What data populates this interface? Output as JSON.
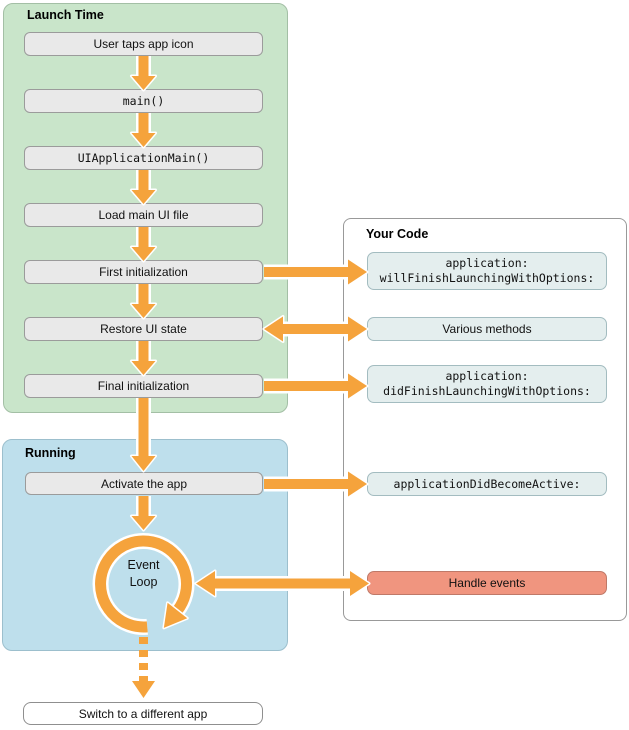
{
  "colors": {
    "launch_panel_bg": "#c9e5ca",
    "running_panel_bg": "#bedfec",
    "your_code_panel_bg": "#ffffff",
    "step_box_bg": "#e9e9e9",
    "code_box_bg": "#e4eeee",
    "handle_events_bg": "#f0957f",
    "arrow_orange": "#f5a33c"
  },
  "launch_panel": {
    "title": "Launch Time",
    "steps": [
      {
        "label": "User taps app icon"
      },
      {
        "label": "main()"
      },
      {
        "label": "UIApplicationMain()"
      },
      {
        "label": "Load main UI file"
      },
      {
        "label": "First initialization"
      },
      {
        "label": "Restore UI state"
      },
      {
        "label": "Final initialization"
      }
    ]
  },
  "running_panel": {
    "title": "Running",
    "activate_label": "Activate the app",
    "event_loop": {
      "line1": "Event",
      "line2": "Loop"
    }
  },
  "your_code_panel": {
    "title": "Your Code",
    "boxes": [
      {
        "line1": "application:",
        "line2": "willFinishLaunchingWithOptions:"
      },
      {
        "line1": "Various methods"
      },
      {
        "line1": "application:",
        "line2": "didFinishLaunchingWithOptions:"
      },
      {
        "line1": "applicationDidBecomeActive:"
      },
      {
        "line1": "Handle events"
      }
    ]
  },
  "footer": {
    "switch_label": "Switch to a different app"
  }
}
